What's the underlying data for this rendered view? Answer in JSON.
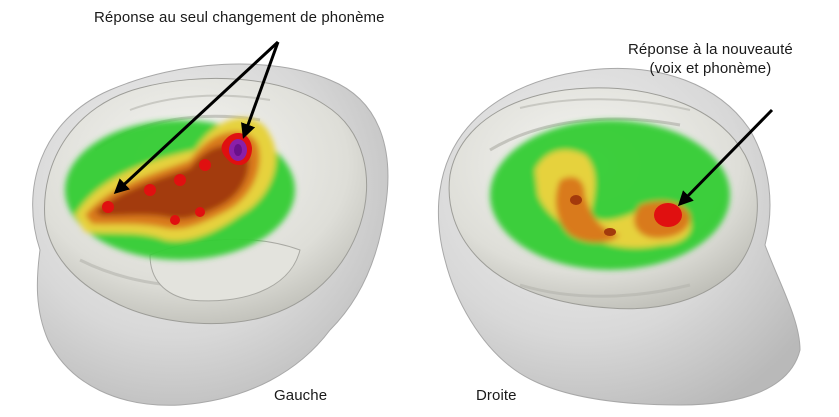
{
  "annotations": {
    "left": "Réponse au seul changement de phonème",
    "right_line1": "Réponse à la nouveauté",
    "right_line2": "(voix et phonème)"
  },
  "hemispheres": {
    "left": "Gauche",
    "right": "Droite"
  },
  "colors": {
    "head": "#d9d9d9",
    "cortex": "#e6e6e1",
    "activation_low": "#33cc33",
    "activation_mid": "#e6d23c",
    "activation_high": "#cc3300",
    "activation_peak": "#e01010",
    "activation_max": "#8a1fa8"
  }
}
